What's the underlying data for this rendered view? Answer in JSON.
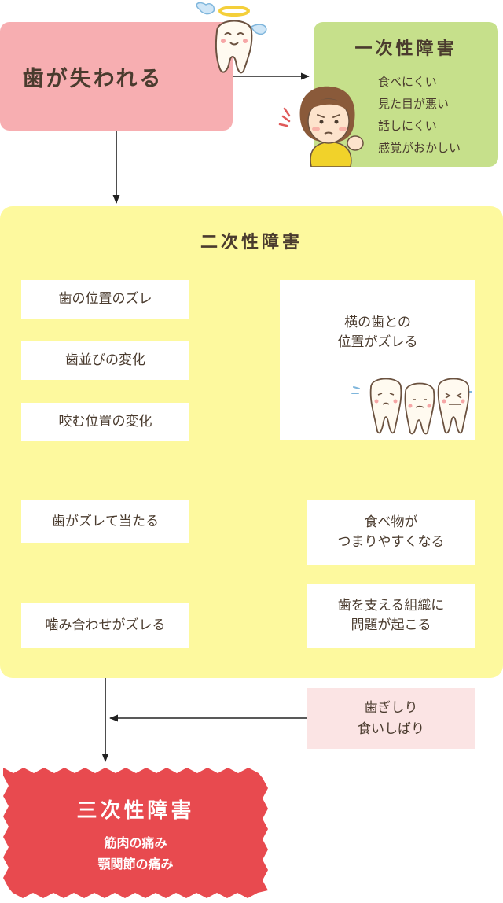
{
  "tooth_loss": {
    "title": "歯が失われる"
  },
  "primary": {
    "title": "一次性障害",
    "items": [
      "食べにくい",
      "見た目が悪い",
      "話しにくい",
      "感覚がおかしい"
    ]
  },
  "secondary": {
    "title": "二次性障害",
    "steps": {
      "misalign": "歯の位置のズレ",
      "arch_change": "歯並びの変化",
      "bite_position": "咬む位置の変化",
      "contact": "歯がズレて当たる",
      "occlusion": "噛み合わせがズレる"
    },
    "adjacent": "横の歯との\n位置がズレる",
    "food": "食べ物が\nつまりやすくなる",
    "tissue": "歯を支える組織に\n問題が起こる"
  },
  "grinding": "歯ぎしり\n食いしばり",
  "tertiary": {
    "title": "三次性障害",
    "items": [
      "筋肉の痛み",
      "顎関節の痛み"
    ]
  },
  "colors": {
    "tooth_loss_bg": "#f7aeb1",
    "primary_bg": "#c6e08b",
    "secondary_bg": "#fdf99e",
    "grinding_bg": "#fbe4e4",
    "tertiary_bg": "#e84a4f",
    "text": "#4a3b2e"
  },
  "icons": [
    "angel-tooth-icon",
    "worried-woman-icon",
    "worried-teeth-icon"
  ]
}
